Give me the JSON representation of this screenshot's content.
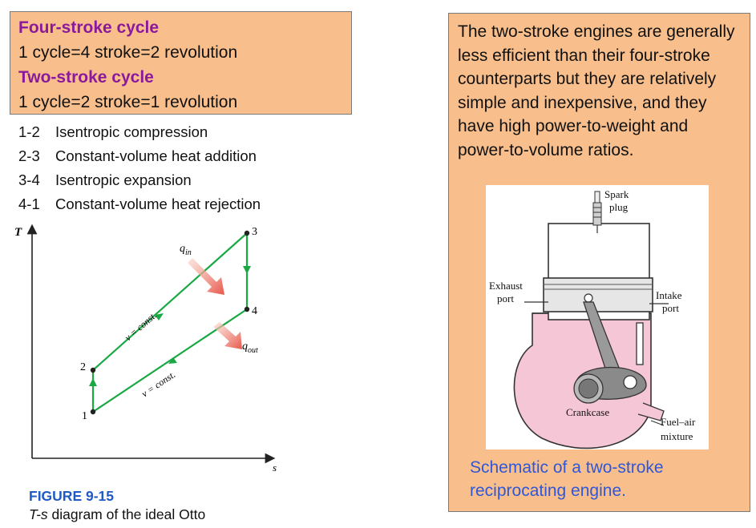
{
  "cycles": {
    "four_stroke_title": "Four-stroke cycle",
    "four_stroke_desc": "1 cycle=4 stroke=2 revolution",
    "two_stroke_title": "Two-stroke cycle",
    "two_stroke_desc": "1 cycle=2 stroke=1 revolution"
  },
  "processes": [
    {
      "num": "1-2",
      "desc": "Isentropic compression"
    },
    {
      "num": "2-3",
      "desc": "Constant-volume heat addition"
    },
    {
      "num": "3-4",
      "desc": "Isentropic expansion"
    },
    {
      "num": "4-1",
      "desc": "Constant-volume heat rejection"
    }
  ],
  "diagram": {
    "y_axis": "T",
    "x_axis": "s",
    "points": [
      "1",
      "2",
      "3",
      "4"
    ],
    "q_in": "q",
    "q_in_sub": "in",
    "q_out": "q",
    "q_out_sub": "out",
    "upper_line": "v = const.",
    "lower_line": "v = const.",
    "colors": {
      "cycle": "#1aa845",
      "arrow": "#e8564a",
      "point": "#222222"
    }
  },
  "figure": {
    "label": "FIGURE 9-15",
    "caption_italic": "T-s",
    "caption_rest": " diagram of the ideal Otto"
  },
  "description": {
    "text": "The two-stroke engines are generally less efficient than their four-stroke counterparts but they are relatively simple and inexpensive, and they have high power-to-weight and power-to-volume ratios.",
    "caption": "Schematic of a two-stroke reciprocating engine."
  },
  "engine": {
    "spark_plug_1": "Spark",
    "spark_plug_2": "plug",
    "exhaust_1": "Exhaust",
    "exhaust_2": "port",
    "intake_1": "Intake",
    "intake_2": "port",
    "crankcase": "Crankcase",
    "fuel_1": "Fuel–air",
    "fuel_2": "mixture",
    "colors": {
      "crankcase_fill": "#f5c6d6",
      "outline": "#333333"
    }
  }
}
